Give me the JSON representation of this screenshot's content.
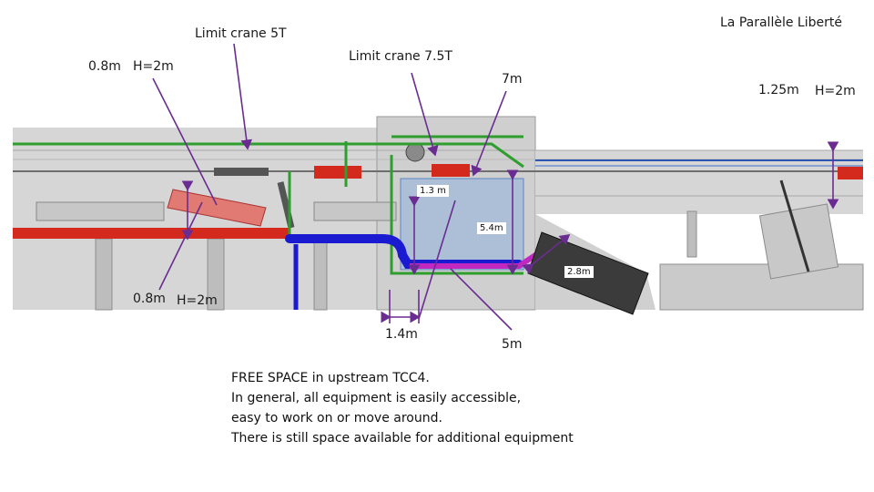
{
  "header": {
    "brand": "La Parallèle Liberté"
  },
  "annotations": {
    "crane_5t": "Limit crane 5T",
    "crane_7_5t": "Limit crane 7.5T",
    "top_left_width": "0.8m",
    "top_left_height": "H=2m",
    "bottom_left_width": "0.8m",
    "bottom_left_height": "H=2m",
    "right_width": "1.25m",
    "right_height": "H=2m",
    "len_7m": "7m",
    "len_1_3m": "1.3 m",
    "len_5_4m": "5.4m",
    "len_2_8m": "2.8m",
    "len_1_4m": "1.4m",
    "len_5m": "5m"
  },
  "notes": [
    "FREE SPACE in upstream TCC4.",
    "In general, all equipment is easily accessible,",
    "easy to work on or move around.",
    "There is still space available for additional equipment"
  ],
  "colors": {
    "arrow": "#6a2c91",
    "beam_red": "#d42a1e",
    "pipe_blue": "#1a1ad0",
    "pipe_magenta": "#c028c0",
    "green_rail": "#2e9e2e",
    "hall_grey": "#d2d2d2"
  }
}
